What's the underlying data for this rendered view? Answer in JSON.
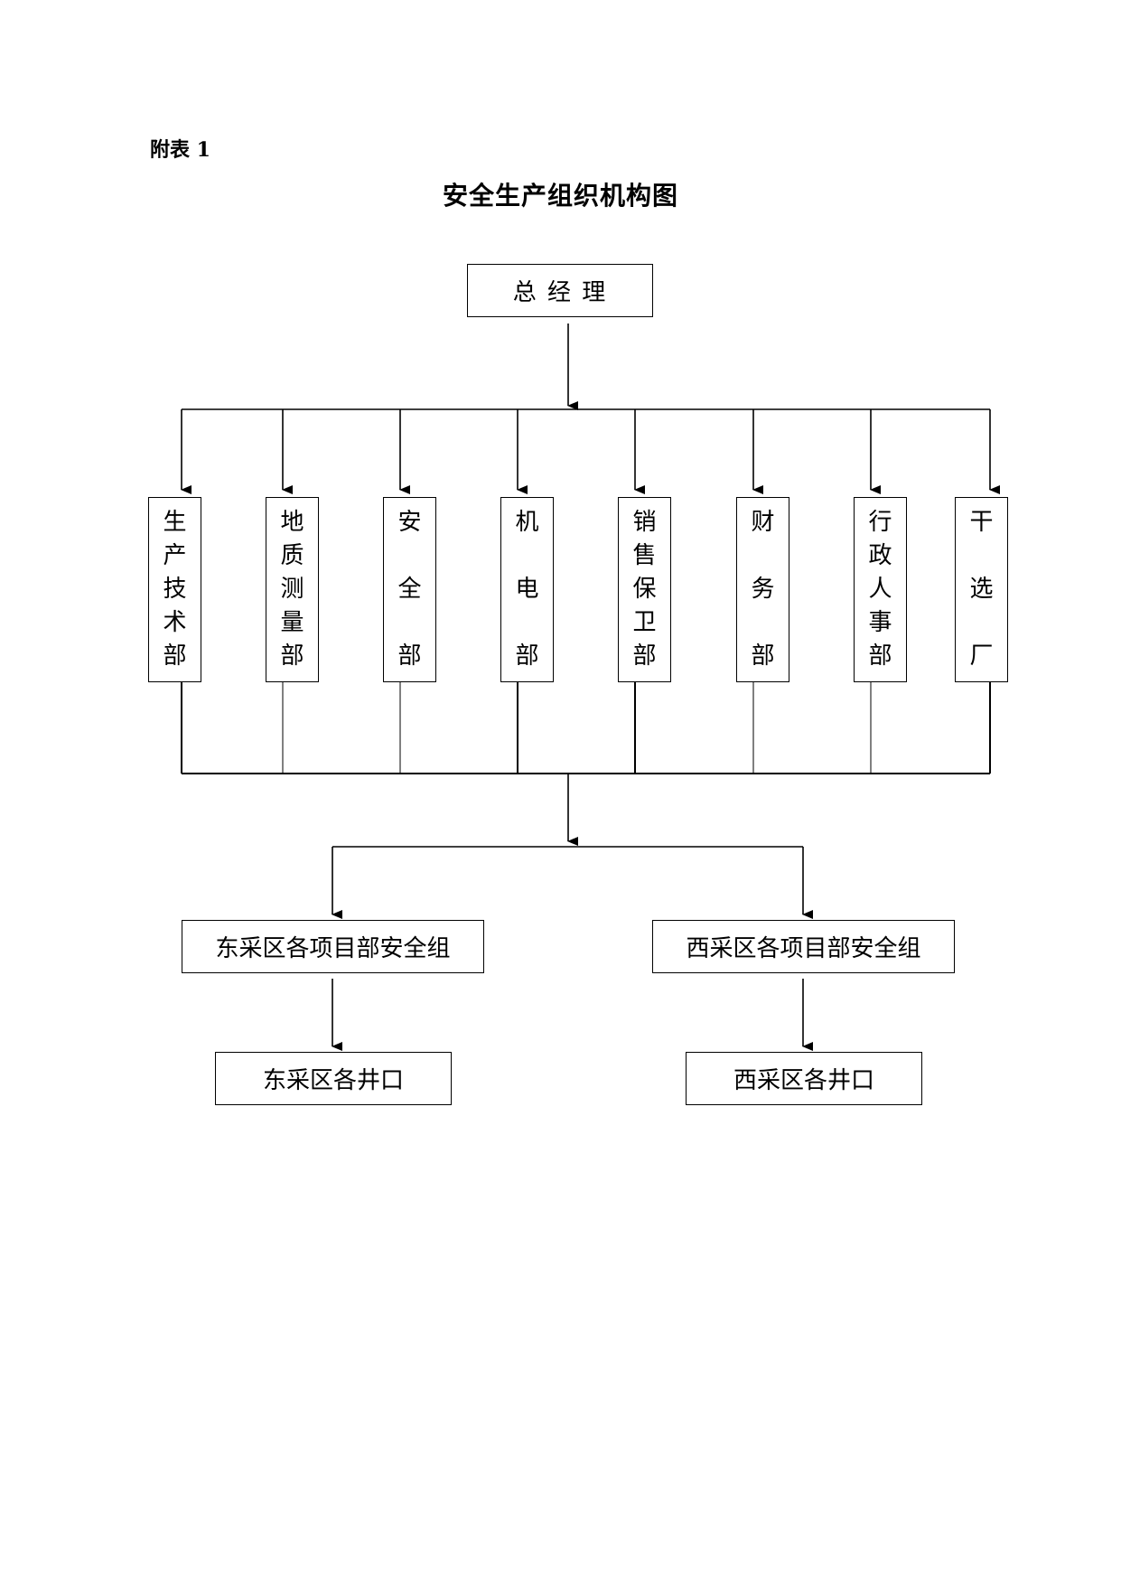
{
  "appendix_label": "附表 1",
  "title": "安全生产组织机构图",
  "top_node": "总 经 理",
  "departments": [
    "生产技术部",
    "地质测量部",
    "安全部",
    "机电部",
    "销售保卫部",
    "财务部",
    "行政人事部",
    "干选厂"
  ],
  "safety_groups": {
    "east": "东采区各项目部安全组",
    "west": "西采区各项目部安全组"
  },
  "wells": {
    "east": "东采区各井口",
    "west": "西采区各井口"
  }
}
